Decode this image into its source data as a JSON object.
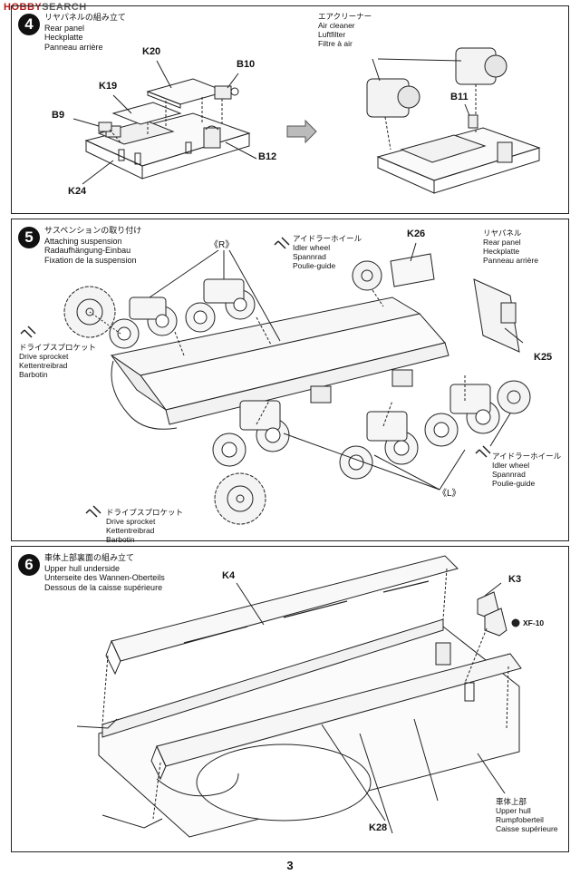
{
  "watermark": {
    "brand": "HOBBY",
    "site": "SEARCH"
  },
  "page_number": "3",
  "step4": {
    "number": "4",
    "title_jp": "リヤパネルの組み立て",
    "title_en": "Rear panel",
    "title_de": "Heckplatte",
    "title_fr": "Panneau arrière",
    "parts": {
      "k20": "K20",
      "b10": "B10",
      "k19": "K19",
      "b9": "B9",
      "b12": "B12",
      "k24": "K24",
      "b11": "B11"
    },
    "air_cleaner": {
      "jp": "エアクリーナー",
      "en": "Air cleaner",
      "de": "Luftfilter",
      "fr": "Filtre à air"
    }
  },
  "step5": {
    "number": "5",
    "title_jp": "サスペンションの取り付け",
    "title_en": "Attaching suspension",
    "title_de": "Radaufhängung-Einbau",
    "title_fr": "Fixation de la suspension",
    "right_mark": "《R》",
    "left_mark": "《L》",
    "parts": {
      "k26": "K26",
      "k25": "K25"
    },
    "idler_top": {
      "jp": "アイドラーホイール",
      "en": "Idler wheel",
      "de": "Spannrad",
      "fr": "Poulie-guide"
    },
    "rear_panel": {
      "jp": "リヤパネル",
      "en": "Rear panel",
      "de": "Heckplatte",
      "fr": "Panneau arrière"
    },
    "drive_left": {
      "jp": "ドライブスプロケット",
      "en": "Drive sprocket",
      "de": "Kettentreibrad",
      "fr": "Barbotin"
    },
    "drive_bottom": {
      "jp": "ドライブスプロケット",
      "en": "Drive sprocket",
      "de": "Kettentreibrad",
      "fr": "Barbotin"
    },
    "idler_bottom": {
      "jp": "アイドラーホイール",
      "en": "Idler wheel",
      "de": "Spannrad",
      "fr": "Poulie-guide"
    }
  },
  "step6": {
    "number": "6",
    "title_jp": "車体上部裏面の組み立て",
    "title_en": "Upper hull underside",
    "title_de": "Unterseite des Wannen-Oberteils",
    "title_fr": "Dessous de la caisse supérieure",
    "parts": {
      "k4": "K4",
      "k3": "K3",
      "k28": "K28"
    },
    "paint": "XF-10",
    "upper_hull": {
      "jp": "車体上部",
      "en": "Upper hull",
      "de": "Rumpfoberteil",
      "fr": "Caisse supérieure"
    }
  }
}
